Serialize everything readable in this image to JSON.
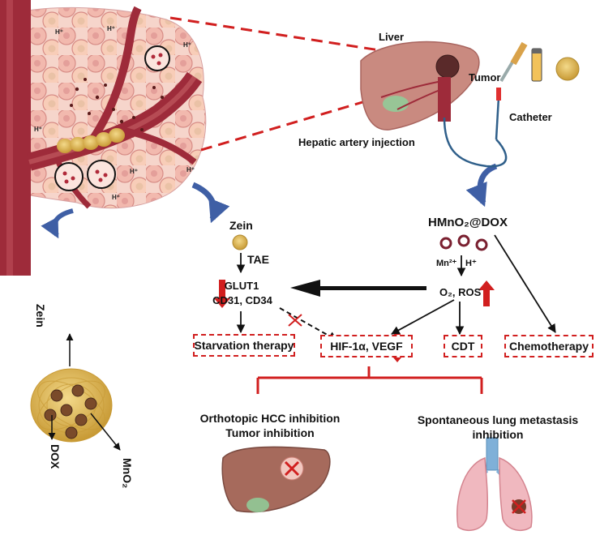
{
  "labels": {
    "liver": "Liver",
    "tumor": "Tumor",
    "catheter": "Catheter",
    "hepatic_injection": "Hepatic artery injection",
    "zein": "Zein",
    "hmno2_dox": "HMnO₂@DOX",
    "tae": "TAE",
    "glut1": "GLUT1",
    "cd31_cd34": "CD31, CD34",
    "mn2": "Mn²⁺",
    "h_plus": "H⁺",
    "o2_ros": "O₂, ROS",
    "particle_zein": "Zein",
    "particle_dox": "DOX",
    "particle_mno2": "MnO₂",
    "h_marker": "H⁺"
  },
  "boxes": {
    "starvation": "Starvation therapy",
    "hif": "HIF-1α, VEGF",
    "cdt": "CDT",
    "chemo": "Chemotherapy"
  },
  "outcomes": {
    "hcc_line1": "Orthotopic HCC inhibition",
    "hcc_line2": "Tumor inhibition",
    "lung_line1": "Spontaneous lung metastasis",
    "lung_line2": "inhibition"
  },
  "colors": {
    "red": "#d11f1f",
    "vessel": "#9e2b3a",
    "liver": "#c98a80",
    "blue_arrow": "#3f5fa5",
    "zein": "#d9b24a"
  }
}
